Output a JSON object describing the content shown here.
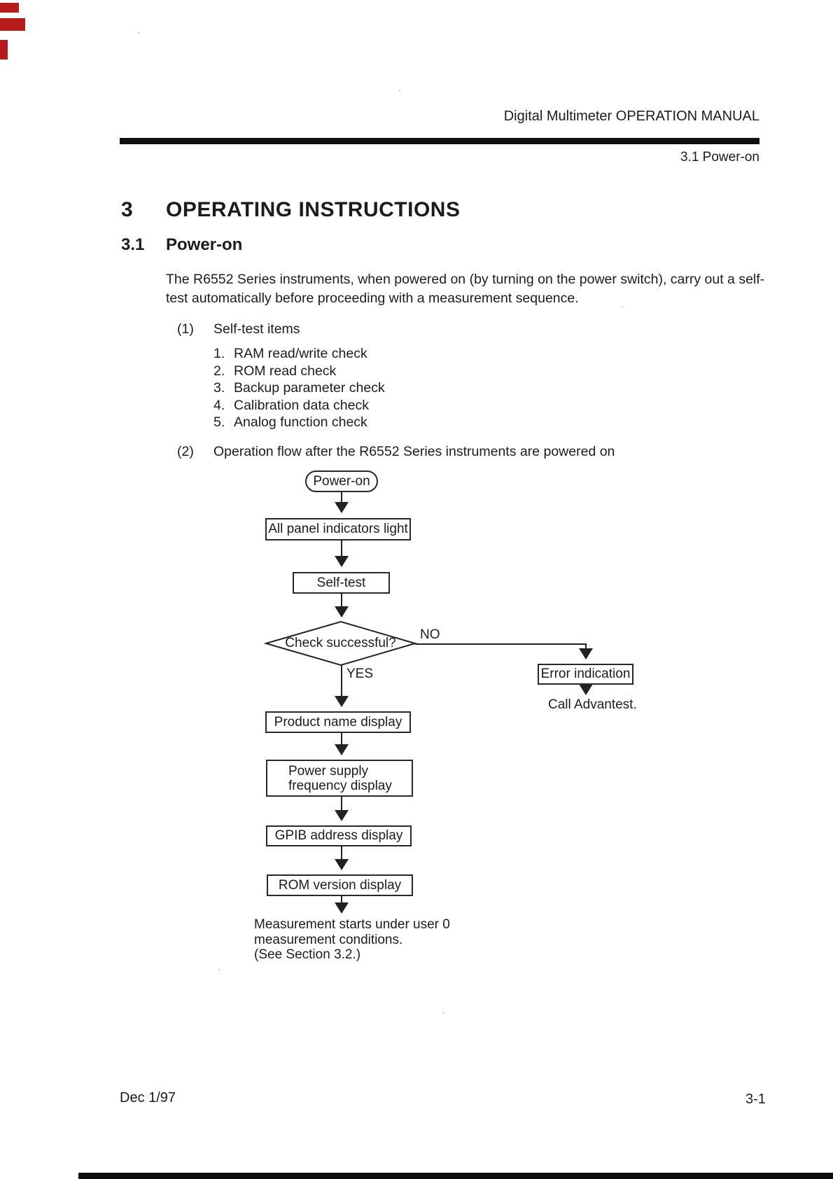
{
  "colors": {
    "ink": "#1c1c1c",
    "rule_black": "#101010",
    "artifact_red": "#b71c1c"
  },
  "header": {
    "manual_title": "Digital Multimeter OPERATION MANUAL",
    "section_ref": "3.1 Power-on"
  },
  "chapter": {
    "number": "3",
    "title": "OPERATING INSTRUCTIONS"
  },
  "section": {
    "number": "3.1",
    "title": "Power-on"
  },
  "intro": {
    "line1": "The R6552 Series instruments, when powered on (by turning on the power switch), carry out a self-",
    "line2": "test automatically before proceeding with a measurement sequence."
  },
  "self_test": {
    "marker": "(1)",
    "title": "Self-test items",
    "items": [
      {
        "num": "1.",
        "text": "RAM read/write check"
      },
      {
        "num": "2.",
        "text": "ROM read check"
      },
      {
        "num": "3.",
        "text": "Backup parameter check"
      },
      {
        "num": "4.",
        "text": "Calibration data check"
      },
      {
        "num": "5.",
        "text": "Analog function check"
      }
    ]
  },
  "operation_flow": {
    "marker": "(2)",
    "title": "Operation flow after the R6552 Series instruments are powered on"
  },
  "flowchart": {
    "start": "Power-on",
    "panel_box": "All panel indicators light",
    "selftest_box": "Self-test",
    "decision": "Check successful?",
    "no_label": "NO",
    "yes_label": "YES",
    "error_box": "Error indication",
    "error_note": "Call Advantest.",
    "product_box": "Product name display",
    "power_box_line1": "Power supply",
    "power_box_line2": "frequency display",
    "gpib_box": "GPIB address display",
    "rom_box": "ROM version display",
    "end_line1": "Measurement starts under user 0",
    "end_line2": "measurement conditions.",
    "end_line3": "(See Section 3.2.)"
  },
  "footer": {
    "date": "Dec 1/97",
    "page_number": "3-1"
  }
}
